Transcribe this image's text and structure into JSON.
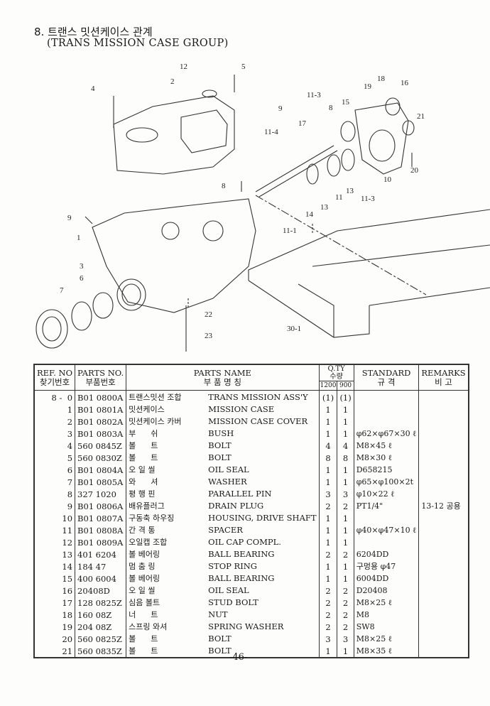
{
  "header": {
    "title_ko": "8. 트랜스 밋션케이스 관계",
    "title_en": "(TRANS MISSION CASE GROUP)"
  },
  "diagram": {
    "callouts": [
      "12",
      "5",
      "4",
      "2",
      "9",
      "11-3",
      "8",
      "15",
      "19",
      "18",
      "16",
      "21",
      "17",
      "11-4",
      "20",
      "10",
      "11-3",
      "13",
      "11",
      "13",
      "14",
      "8",
      "9",
      "1",
      "11-1",
      "3",
      "6",
      "7",
      "22",
      "23",
      "30-1"
    ]
  },
  "table": {
    "headers": {
      "ref_en": "REF. NO",
      "ref_ko": "찾기번호",
      "pno_en": "PARTS NO.",
      "pno_ko": "부품번호",
      "name_en": "PARTS NAME",
      "name_ko": "부    품    명    칭",
      "qty_en": "Q.TY",
      "qty_ko": "수량",
      "qty_1200": "1200",
      "qty_900": "900",
      "std_en": "STANDARD",
      "std_ko": "규    격",
      "rem_en": "REMARKS",
      "rem_ko": "비  고"
    },
    "rows": [
      {
        "ref": "8 -  0",
        "pno": "B01 0800A",
        "ko": "트랜스밋션 조합",
        "en": "TRANS MISSION ASS'Y",
        "q1200": "(1)",
        "q900": "(1)",
        "std": "",
        "rem": ""
      },
      {
        "ref": "1",
        "pno": "B01 0801A",
        "ko": "밋션케이스",
        "en": "MISSION CASE",
        "q1200": "1",
        "q900": "1",
        "std": "",
        "rem": ""
      },
      {
        "ref": "2",
        "pno": "B01 0802A",
        "ko": "밋션케이스 카버",
        "en": "MISSION CASE COVER",
        "q1200": "1",
        "q900": "1",
        "std": "",
        "rem": ""
      },
      {
        "ref": "3",
        "pno": "B01 0803A",
        "ko": "부      쉬",
        "en": "BUSH",
        "q1200": "1",
        "q900": "1",
        "std": "φ62×φ67×30 ℓ",
        "rem": ""
      },
      {
        "ref": "4",
        "pno": "560 0845Z",
        "ko": "볼      트",
        "en": "BOLT",
        "q1200": "4",
        "q900": "4",
        "std": "M8×45 ℓ",
        "rem": ""
      },
      {
        "ref": "5",
        "pno": "560 0830Z",
        "ko": "볼      트",
        "en": "BOLT",
        "q1200": "8",
        "q900": "8",
        "std": "M8×30 ℓ",
        "rem": ""
      },
      {
        "ref": "6",
        "pno": "B01 0804A",
        "ko": "오 일 씰",
        "en": "OIL SEAL",
        "q1200": "1",
        "q900": "1",
        "std": "D658215",
        "rem": ""
      },
      {
        "ref": "7",
        "pno": "B01 0805A",
        "ko": "와      셔",
        "en": "WASHER",
        "q1200": "1",
        "q900": "1",
        "std": "φ65×φ100×2t",
        "rem": ""
      },
      {
        "ref": "8",
        "pno": "327 1020",
        "ko": "평 행 핀",
        "en": "PARALLEL PIN",
        "q1200": "3",
        "q900": "3",
        "std": "φ10×22 ℓ",
        "rem": ""
      },
      {
        "ref": "9",
        "pno": "B01 0806A",
        "ko": "배유플러그",
        "en": "DRAIN PLUG",
        "q1200": "2",
        "q900": "2",
        "std": "PT1/4\"",
        "rem": "13-12 공용"
      },
      {
        "ref": "10",
        "pno": "B01 0807A",
        "ko": "구동축 하우징",
        "en": "HOUSING, DRIVE SHAFT",
        "q1200": "1",
        "q900": "1",
        "std": "",
        "rem": ""
      },
      {
        "ref": "11",
        "pno": "B01 0808A",
        "ko": "간 격 통",
        "en": "SPACER",
        "q1200": "1",
        "q900": "1",
        "std": "φ40×φ47×10 ℓ",
        "rem": ""
      },
      {
        "ref": "12",
        "pno": "B01 0809A",
        "ko": "오일캡 조합",
        "en": "OIL CAP COMPL.",
        "q1200": "1",
        "q900": "1",
        "std": "",
        "rem": ""
      },
      {
        "ref": "13",
        "pno": "401 6204",
        "ko": "볼 베어링",
        "en": "BALL BEARING",
        "q1200": "2",
        "q900": "2",
        "std": "6204DD",
        "rem": ""
      },
      {
        "ref": "14",
        "pno": "184 47",
        "ko": "멈 춤 링",
        "en": "STOP RING",
        "q1200": "1",
        "q900": "1",
        "std": "구멍용 φ47",
        "rem": ""
      },
      {
        "ref": "15",
        "pno": "400 6004",
        "ko": "볼 베어링",
        "en": "BALL BEARING",
        "q1200": "1",
        "q900": "1",
        "std": "6004DD",
        "rem": ""
      },
      {
        "ref": "16",
        "pno": "20408D",
        "ko": "오 일 씰",
        "en": "OIL SEAL",
        "q1200": "2",
        "q900": "2",
        "std": "D20408",
        "rem": ""
      },
      {
        "ref": "17",
        "pno": "128 0825Z",
        "ko": "심음 볼트",
        "en": "STUD BOLT",
        "q1200": "2",
        "q900": "2",
        "std": "M8×25 ℓ",
        "rem": ""
      },
      {
        "ref": "18",
        "pno": "160 08Z",
        "ko": "너      트",
        "en": "NUT",
        "q1200": "2",
        "q900": "2",
        "std": "M8",
        "rem": ""
      },
      {
        "ref": "19",
        "pno": "204 08Z",
        "ko": "스프링 와셔",
        "en": "SPRING WASHER",
        "q1200": "2",
        "q900": "2",
        "std": "SW8",
        "rem": ""
      },
      {
        "ref": "20",
        "pno": "560 0825Z",
        "ko": "볼      트",
        "en": "BOLT",
        "q1200": "3",
        "q900": "3",
        "std": "M8×25 ℓ",
        "rem": ""
      },
      {
        "ref": "21",
        "pno": "560 0835Z",
        "ko": "볼      트",
        "en": "BOLT",
        "q1200": "1",
        "q900": "1",
        "std": "M8×35 ℓ",
        "rem": ""
      }
    ]
  },
  "footer": {
    "page": "-46-"
  }
}
